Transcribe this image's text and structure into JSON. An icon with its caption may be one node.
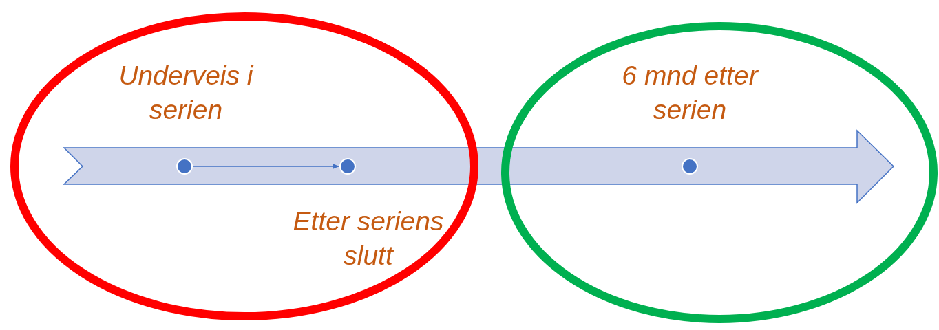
{
  "diagram": {
    "nodes": [
      {
        "text": [],
        "shape": "ellipse"
      },
      {
        "text": [],
        "shape": "circle",
        "in": 0,
        "beside": [
          "Underveis i serien"
        ]
      },
      {
        "text": [],
        "shape": "circle",
        "in": 0,
        "beside": [
          "Etter seriens slutt"
        ]
      },
      {
        "text": [],
        "shape": "ellipse"
      },
      {
        "text": [],
        "shape": "circle",
        "in": 3,
        "beside": [
          "6 mnd etter serien"
        ]
      }
    ],
    "edges": [
      {
        "from": 1,
        "to": 2,
        "arrow": "to"
      }
    ]
  }
}
